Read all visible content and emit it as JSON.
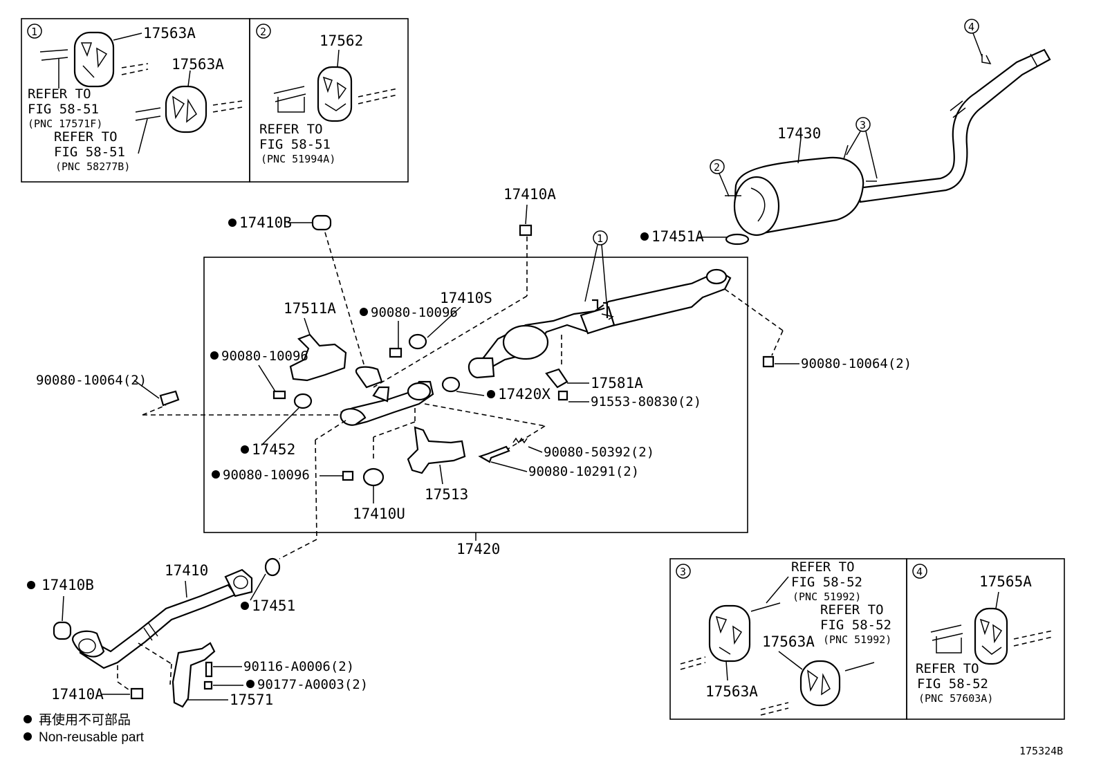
{
  "diagram_id": "175324B",
  "inset_boxes": {
    "box1": {
      "marker": "1",
      "part_a": "17563A",
      "part_b": "17563A",
      "ref_a": [
        "REFER TO",
        "FIG 58-51",
        "(PNC 17571F)"
      ],
      "ref_b": [
        "REFER TO",
        "FIG 58-51",
        "(PNC 58277B)"
      ]
    },
    "box2": {
      "marker": "2",
      "part": "17562",
      "ref": [
        "REFER TO",
        "FIG 58-51",
        "(PNC 51994A)"
      ]
    },
    "box3": {
      "marker": "3",
      "part_a": "17563A",
      "part_b": "17563A",
      "ref_a": [
        "REFER TO",
        "FIG 58-52",
        "(PNC 51992)"
      ],
      "ref_b": [
        "REFER TO",
        "FIG 58-52",
        "(PNC 51992)"
      ]
    },
    "box4": {
      "marker": "4",
      "part": "17565A",
      "ref": [
        "REFER TO",
        "FIG 58-52",
        "(PNC 57603A)"
      ]
    }
  },
  "callouts": {
    "c1": "1",
    "c2": "2",
    "c3": "3",
    "c4": "4"
  },
  "parts": {
    "p17430": "17430",
    "p17451A": "17451A",
    "p17410A_top": "17410A",
    "p17410B_top": "17410B",
    "p17410S": "17410S",
    "p17511A": "17511A",
    "p90080_10096_a": "90080-10096",
    "p90080_10096_b": "90080-10096",
    "p90080_10096_c": "90080-10096",
    "p90080_10064_left": "90080-10064(2)",
    "p90080_10064_right": "90080-10064(2)",
    "p17452": "17452",
    "p17420X": "17420X",
    "p17581A": "17581A",
    "p91553": "91553-80830(2)",
    "p90080_50392": "90080-50392(2)",
    "p90080_10291": "90080-10291(2)",
    "p17513": "17513",
    "p17410U": "17410U",
    "p17420": "17420",
    "p17410": "17410",
    "p17410B_bot": "17410B",
    "p17451": "17451",
    "p90116": "90116-A0006(2)",
    "p90177": "90177-A0003(2)",
    "p17410A_bot": "17410A",
    "p17571": "17571"
  },
  "legend": {
    "jp": "再使用不可部品",
    "en": "Non-reusable part"
  }
}
